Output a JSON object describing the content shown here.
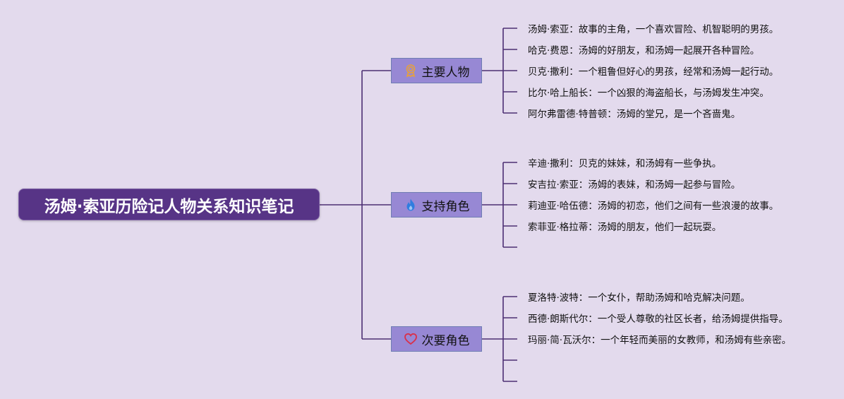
{
  "root": {
    "title": "汤姆·索亚历险记人物关系知识笔记"
  },
  "branches": [
    {
      "label": "主要人物",
      "icon": "award-ribbon-icon",
      "color": "#e8a13a",
      "items": [
        "汤姆·索亚：故事的主角，一个喜欢冒险、机智聪明的男孩。",
        "哈克·费恩：汤姆的好朋友，和汤姆一起展开各种冒险。",
        "贝克·撒利：一个粗鲁但好心的男孩，经常和汤姆一起行动。",
        "比尔·哈上船长：一个凶狠的海盗船长，与汤姆发生冲突。",
        "阿尔弗雷德·特普顿：汤姆的堂兄，是一个吝啬鬼。"
      ]
    },
    {
      "label": "支持角色",
      "icon": "flame-icon",
      "color": "#2f7de0",
      "items": [
        "辛迪·撒利：贝克的妹妹，和汤姆有一些争执。",
        "安吉拉·索亚：汤姆的表妹，和汤姆一起参与冒险。",
        "莉迪亚·哈伍德：汤姆的初恋，他们之间有一些浪漫的故事。",
        "索菲亚·格拉蒂：汤姆的朋友，他们一起玩耍。",
        ""
      ]
    },
    {
      "label": "次要角色",
      "icon": "heart-icon",
      "color": "#d9304a",
      "items": [
        "夏洛特·波特：一个女仆，帮助汤姆和哈克解决问题。",
        "西德·朗斯代尔：一个受人尊敬的社区长者，给汤姆提供指导。",
        "玛丽·简·瓦沃尔：一个年轻而美丽的女教师，和汤姆有些亲密。",
        "",
        ""
      ]
    }
  ]
}
